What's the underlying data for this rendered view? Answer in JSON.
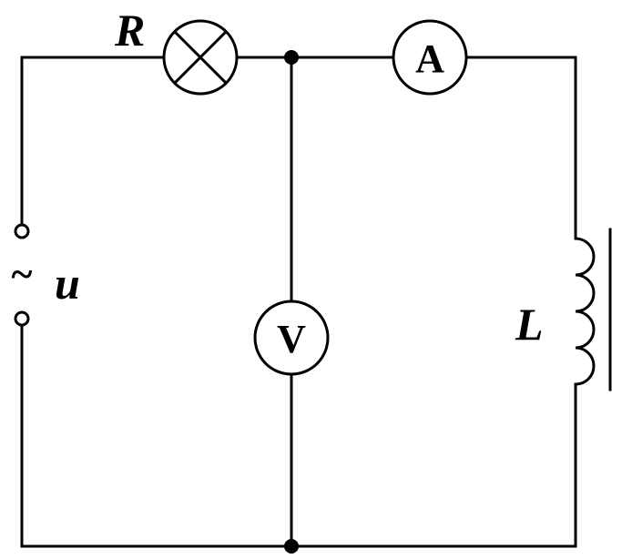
{
  "circuit": {
    "lamp_label": "R",
    "ammeter_symbol": "A",
    "voltmeter_symbol": "V",
    "inductor_label": "L",
    "source_tilde": "~",
    "source_label": "u"
  }
}
